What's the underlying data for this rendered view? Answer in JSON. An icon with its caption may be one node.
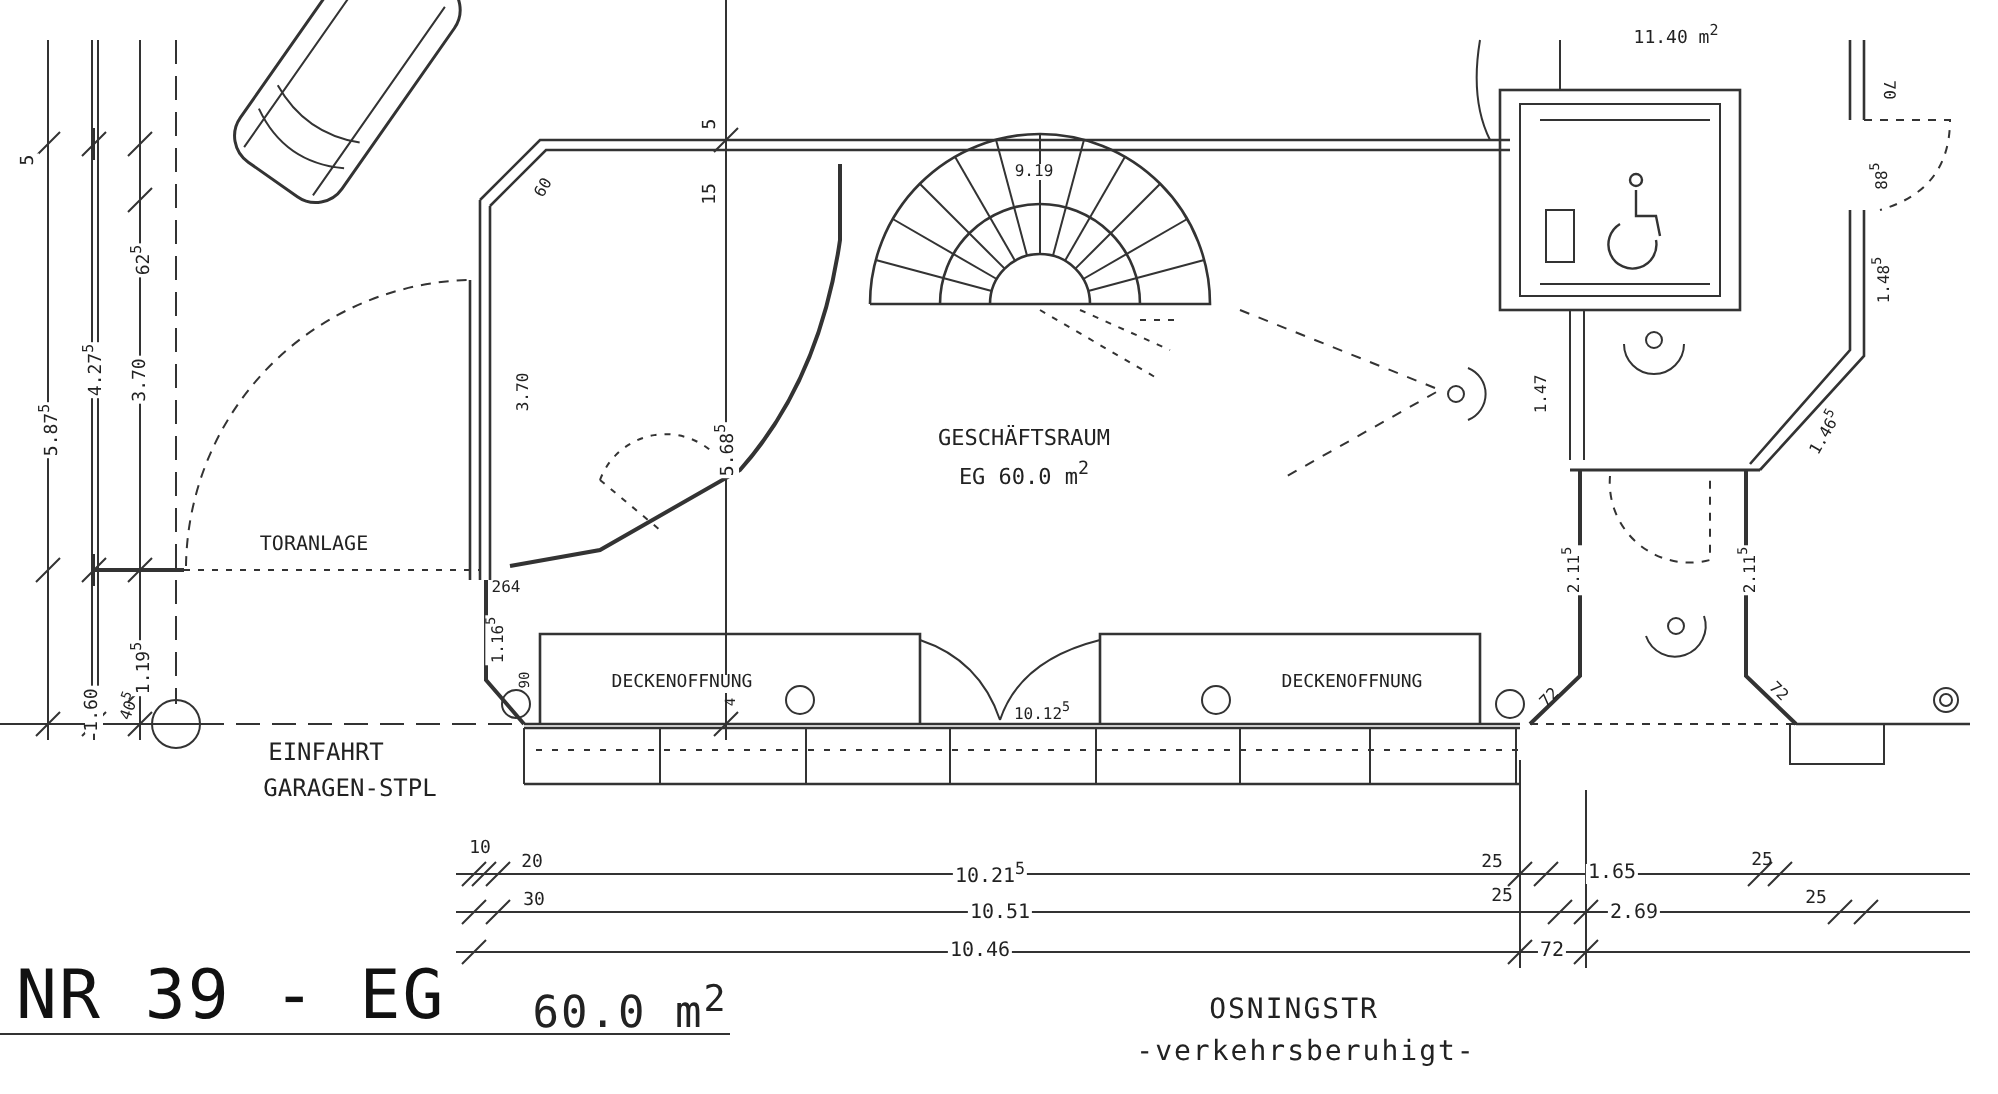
{
  "diagram": {
    "title": "NR 39 - EG",
    "labels": [
      "11.40 m$^{2}$",
      "70",
      "5",
      "5",
      "60",
      "15",
      "9.19",
      "62$^{5}$",
      "88$^{5}$",
      "1.48$^{5}$",
      "1.47",
      "4.27$^{5}$",
      "3.70",
      "5.87$^{5}$",
      "3.70",
      "5.68$^{5}$",
      "GESCHÄFTSRAUM",
      "EG 60.0 m$^{2}$",
      "1.46$^{5}$",
      "TORANLAGE",
      "2.11$^{5}$",
      "2.11$^{5}$",
      "264",
      "1.16$^{5}$",
      "90",
      "DECKENOFFNUNG",
      "4",
      "10.12$^{5}$",
      "DECKENOFFNUNG",
      "72",
      "72",
      "1.60",
      "1.19$^{5}$",
      "40$^{5}$",
      "EINFAHRT",
      "GARAGEN-STPL",
      "10",
      "20",
      "25",
      "25",
      "10.21$^{5}$",
      "1.65",
      "30",
      "25",
      "10.51",
      "2.69",
      "25",
      "10.46",
      "72",
      "60.0 m$^{2}$",
      "OSNINGSTR",
      "-verkehrsberuhigt-"
    ]
  }
}
